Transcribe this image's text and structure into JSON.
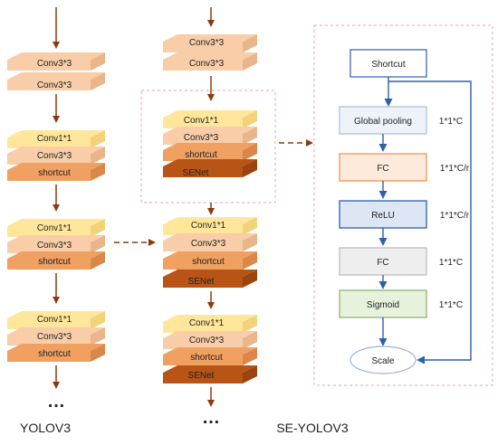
{
  "labels": {
    "conv3": "Conv3*3",
    "conv1": "Conv1*1",
    "shortcut": "shortcut",
    "senet": "SENet",
    "ellipsis": "…",
    "left_caption": "YOLOV3",
    "right_caption": "SE-YOLOV3"
  },
  "se_block": {
    "shortcut": "Shortcut",
    "global_pooling": "Global pooling",
    "fc1": "FC",
    "relu": "ReLU",
    "fc2": "FC",
    "sigmoid": "Sigmoid",
    "scale": "Scale",
    "dims": {
      "pool": "1*1*C",
      "fc1": "1*1*C/r",
      "relu": "1*1*C/r",
      "fc2": "1*1*C",
      "sigmoid": "1*1*C"
    }
  },
  "colors": {
    "arrow_brown": "#8B3A0E",
    "arrow_blue": "#2E5FA8",
    "yellow": "#FFE69A",
    "peach": "#F8CDA8",
    "orange": "#F0A060",
    "senet_brown": "#B85415",
    "dashed_pink": "#E8A0B0"
  }
}
